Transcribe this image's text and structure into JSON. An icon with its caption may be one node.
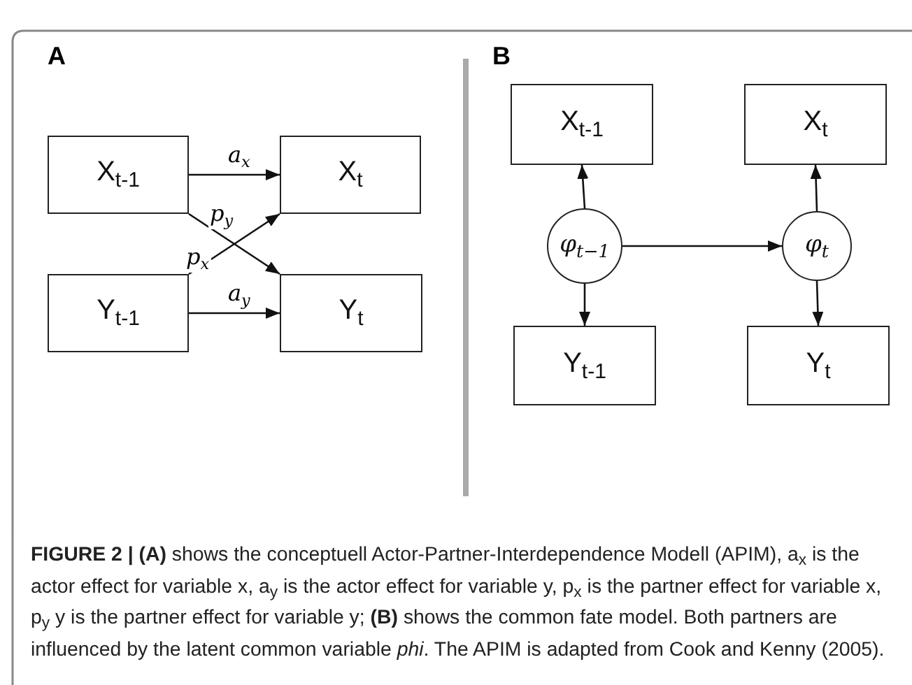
{
  "diagram": {
    "caption": "**FIGURE 2 | (A)** shows the conceptuell Actor-Partner-Interdependence Modell (APIM), a$_{x}$ is the actor effect for variable x, a$_{y}$ is the actor effect for variable y, p$_{x}$ is the partner effect for variable x, p$_{y}$ y is the partner effect for variable y; **(B)** shows the common fate model. Both partners are influenced by the latent common variable *phi*. The APIM is adapted from Cook and Kenny (2005).",
    "nodes": [
      {
        "text": [
          "X$_{t-1}$"
        ]
      },
      {
        "text": [
          "X$_{t}$"
        ]
      },
      {
        "text": [
          "Y$_{t-1}$"
        ]
      },
      {
        "text": [
          "Y$_{t}$"
        ]
      },
      {
        "text": [
          "X$_{t-1}$"
        ]
      },
      {
        "text": [
          "X$_{t}$"
        ]
      },
      {
        "text": [
          "φ$_{t−1}$"
        ]
      },
      {
        "text": [
          "φ$_{t}$"
        ]
      },
      {
        "text": [
          "Y$_{t-1}$"
        ]
      },
      {
        "text": [
          "Y$_{t}$"
        ]
      }
    ],
    "edges": [
      {
        "from": 0,
        "to": 1,
        "arrow": "to",
        "label": "a$_{x}$"
      },
      {
        "from": 0,
        "to": 3,
        "arrow": "to",
        "label": "p$_{y}$"
      },
      {
        "from": 2,
        "to": 1,
        "arrow": "to",
        "label": "p$_{x}$"
      },
      {
        "from": 2,
        "to": 3,
        "arrow": "to",
        "label": "a$_{y}$"
      },
      {
        "from": 6,
        "to": 4,
        "arrow": "to"
      },
      {
        "from": 6,
        "to": 8,
        "arrow": "to"
      },
      {
        "from": 6,
        "to": 7,
        "arrow": "to"
      },
      {
        "from": 7,
        "to": 5,
        "arrow": "to"
      },
      {
        "from": 7,
        "to": 9,
        "arrow": "to"
      }
    ],
    "labels": [
      "A",
      "B"
    ]
  }
}
